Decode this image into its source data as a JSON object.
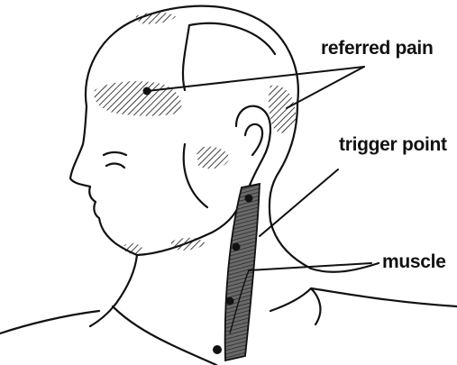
{
  "diagram": {
    "labels": {
      "referred_pain": "referred pain",
      "trigger_point": "trigger point",
      "muscle": "muscle"
    },
    "colors": {
      "ink": "#111111",
      "background": "#ffffff"
    }
  }
}
